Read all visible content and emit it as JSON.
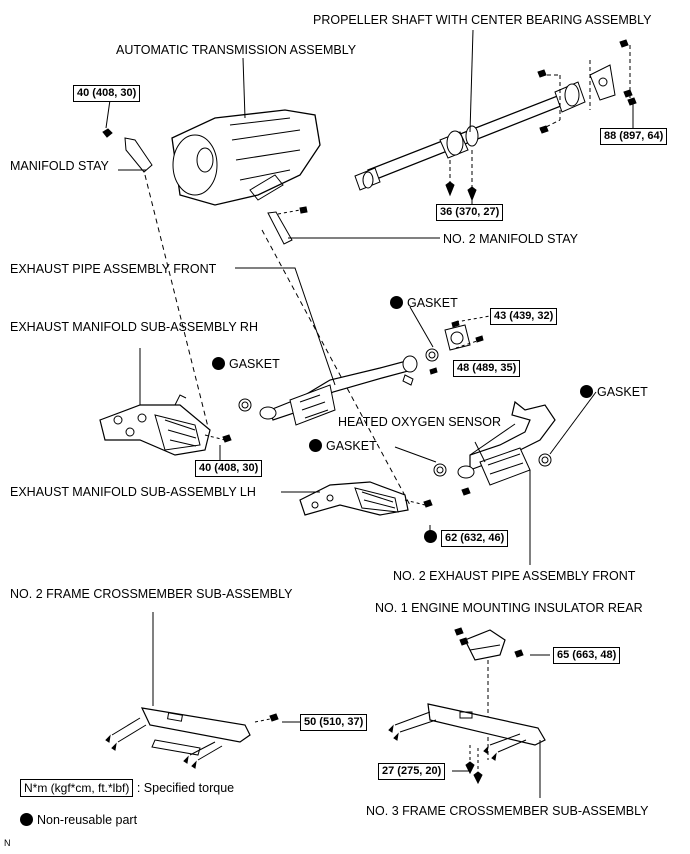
{
  "labels": {
    "propeller_shaft": "PROPELLER SHAFT WITH CENTER BEARING ASSEMBLY",
    "auto_transmission": "AUTOMATIC TRANSMISSION ASSEMBLY",
    "manifold_stay": "MANIFOLD STAY",
    "no2_manifold_stay": "NO. 2 MANIFOLD STAY",
    "exhaust_pipe_front": "EXHAUST PIPE ASSEMBLY FRONT",
    "manifold_rh": "EXHAUST MANIFOLD SUB-ASSEMBLY RH",
    "gasket": "GASKET",
    "heated_o2": "HEATED OXYGEN SENSOR",
    "manifold_lh": "EXHAUST MANIFOLD SUB-ASSEMBLY LH",
    "no2_exhaust_pipe_front": "NO. 2 EXHAUST PIPE ASSEMBLY FRONT",
    "no2_frame_crossmember": "NO. 2 FRAME CROSSMEMBER SUB-ASSEMBLY",
    "no1_engine_mount": "NO. 1 ENGINE MOUNTING INSULATOR REAR",
    "no3_frame_crossmember": "NO. 3 FRAME CROSSMEMBER SUB-ASSEMBLY"
  },
  "torques": {
    "t40_top": "40 (408, 30)",
    "t88": "88 (897, 64)",
    "t36": "36 (370, 27)",
    "t43": "43 (439, 32)",
    "t48": "48 (489, 35)",
    "t40_mid": "40 (408, 30)",
    "t62": "62 (632, 46)",
    "t65": "65 (663, 48)",
    "t50": "50 (510, 37)",
    "t27": "27 (275, 20)"
  },
  "legend": {
    "unit": "N*m (kgf*cm, ft.*lbf)",
    "specified": ": Specified torque",
    "nonreusable": "Non-reusable part"
  },
  "corner_mark": "N"
}
